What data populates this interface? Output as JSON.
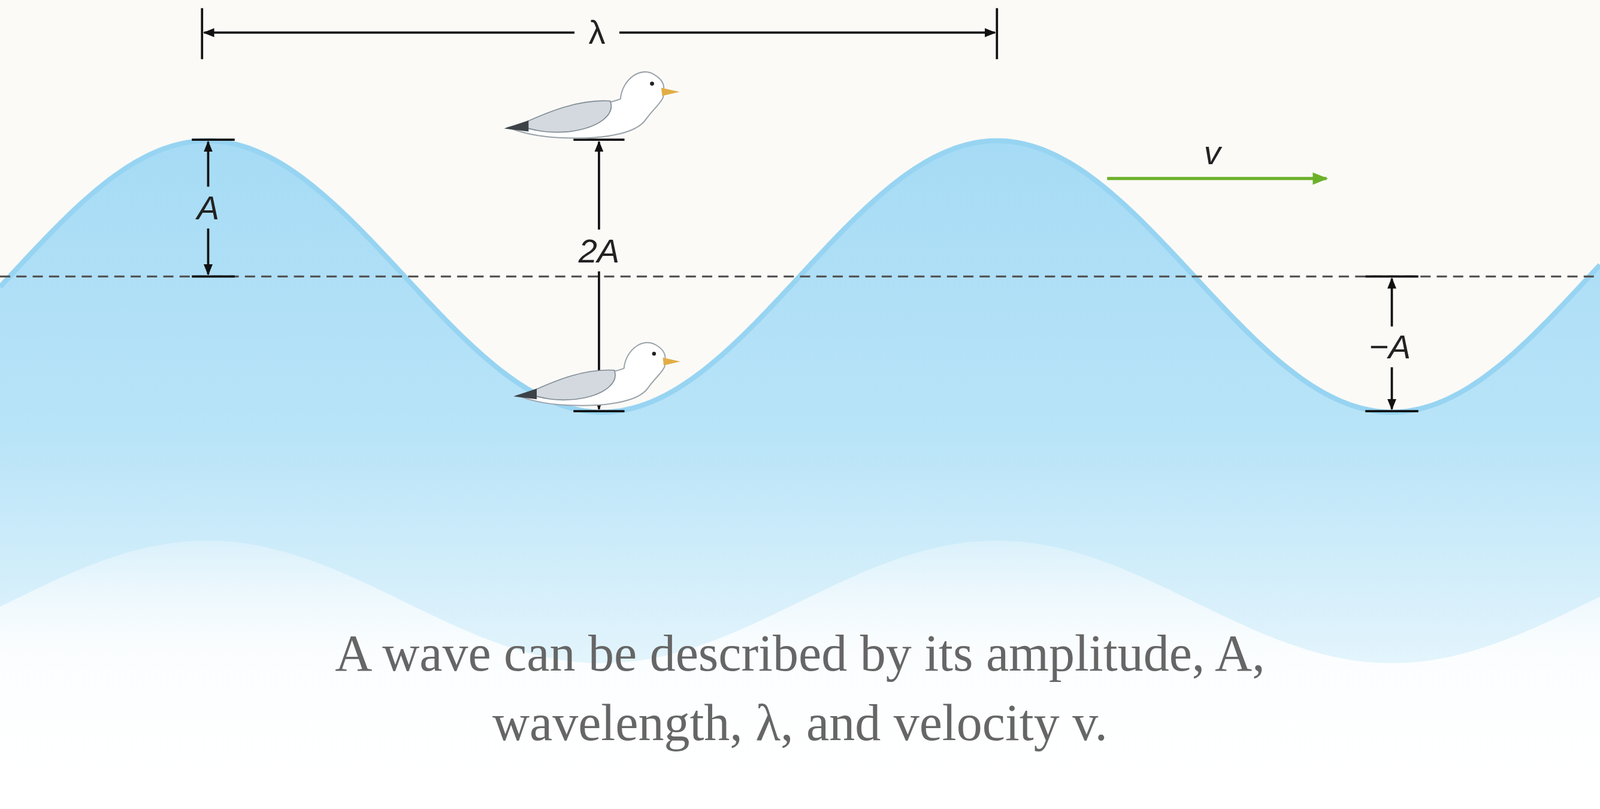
{
  "diagram": {
    "caption": "A wave can be described by its amplitude, A, wavelength, λ, and velocity v.",
    "labels": [
      "λ",
      "A",
      "2A",
      "v",
      "−A"
    ]
  }
}
